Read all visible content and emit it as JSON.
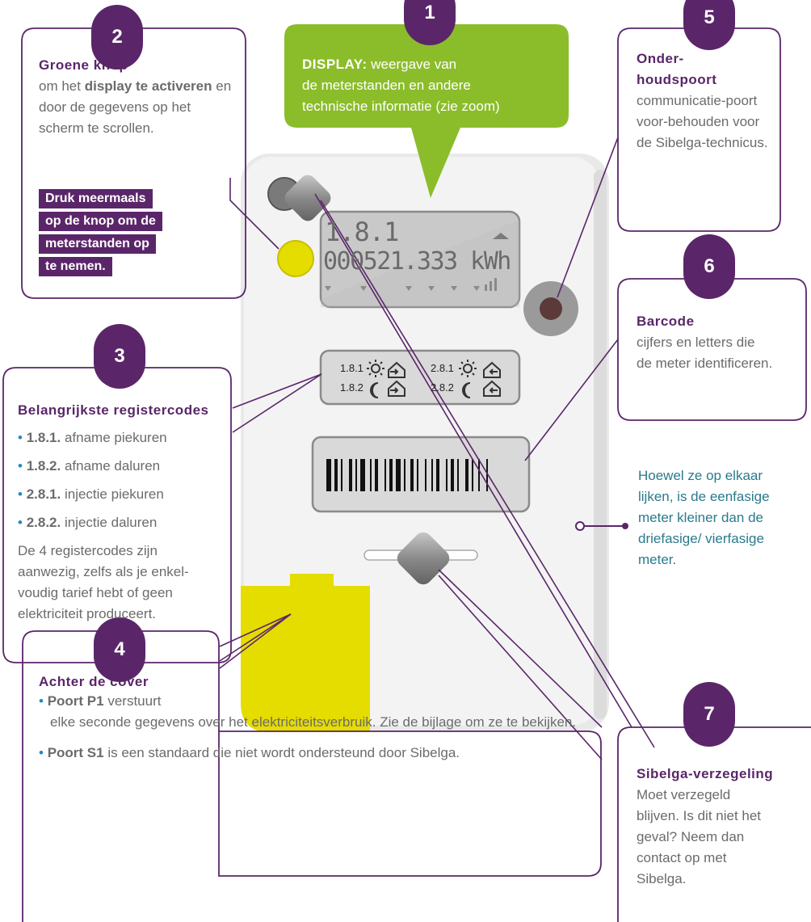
{
  "callout1": {
    "number": "1",
    "title": "DISPLAY:",
    "line1": "weergave van",
    "line2": "de meterstanden en andere",
    "line3": "technische informatie (zie zoom)"
  },
  "callout2": {
    "number": "2",
    "title": "Groene knop",
    "text_a": "om het",
    "bold_a": "display te activeren",
    "text_b": "en door de gegevens op het scherm te scrollen.",
    "hl1": "Druk meermaals",
    "hl2": "op de knop om de",
    "hl3": "meterstanden op",
    "hl4": "te nemen."
  },
  "callout3": {
    "number": "3",
    "title": "Belangrijkste registercodes",
    "items": [
      {
        "code": "1.8.1.",
        "desc": "afname piekuren"
      },
      {
        "code": "1.8.2.",
        "desc": "afname daluren"
      },
      {
        "code": "2.8.1.",
        "desc": "injectie piekuren"
      },
      {
        "code": "2.8.2.",
        "desc": "injectie daluren"
      }
    ],
    "footer": "De 4 registercodes zijn aanwezig, zelfs als je enkel-voudig tarief hebt of geen elektriciteit produceert."
  },
  "callout4": {
    "number": "4",
    "title": "Achter de cover",
    "p1_bold": "Poort P1",
    "p1_a": "verstuurt",
    "p1_b": "elke seconde gegevens over het elektriciteitsverbruik. Zie de bijlage om ze te bekijken.",
    "s1_bold": "Poort S1",
    "s1_text": "is een standaard die niet wordt ondersteund door Sibelga."
  },
  "callout5": {
    "number": "5",
    "title_l1": "Onder-",
    "title_l2": "houdspoort",
    "text": "communicatie-poort voor-behouden voor de Sibelga-technicus."
  },
  "callout6": {
    "number": "6",
    "title": "Barcode",
    "text": "cijfers en letters die de meter identificeren."
  },
  "callout7": {
    "number": "7",
    "title": "Sibelga-verzegeling",
    "text": "Moet verzegeld blijven. Is dit niet het geval? Neem dan contact op met Sibelga."
  },
  "note": "Hoewel ze op elkaar lijken, is de eenfasige meter kleiner dan de driefasige/ vierfasige meter.",
  "lcd": {
    "register": "1.8.1",
    "reading": "000521.333 kWh"
  },
  "registers": {
    "r1": "1.8.1",
    "r2": "1.8.2",
    "r3": "2.8.1",
    "r4": "2.8.2"
  },
  "colors": {
    "purple": "#5a2669",
    "green": "#8bbd2a",
    "yellow": "#e5dc00",
    "note": "#2a7a8c"
  }
}
